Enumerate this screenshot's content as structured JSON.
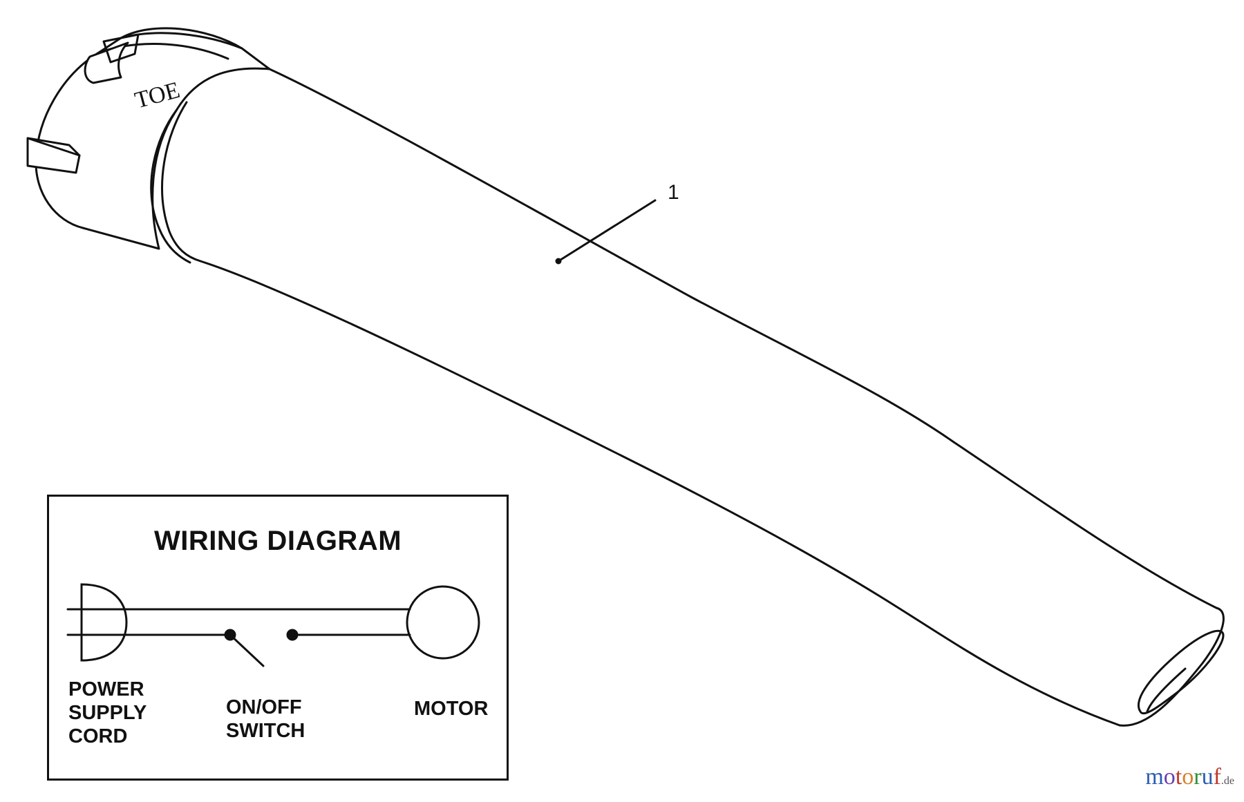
{
  "callout": {
    "part_number": "1"
  },
  "wiring_diagram": {
    "title": "WIRING DIAGRAM",
    "labels": {
      "power_supply_cord": [
        "POWER",
        "SUPPLY",
        "CORD"
      ],
      "on_off_switch": [
        "ON/OFF",
        "SWITCH"
      ],
      "motor": "MOTOR"
    }
  },
  "watermark": {
    "letters": [
      {
        "ch": "m",
        "color": "#2a5db0"
      },
      {
        "ch": "o",
        "color": "#6a3fb0"
      },
      {
        "ch": "t",
        "color": "#c0392b"
      },
      {
        "ch": "o",
        "color": "#d4802a"
      },
      {
        "ch": "r",
        "color": "#2f8f3a"
      },
      {
        "ch": "u",
        "color": "#2a5db0"
      },
      {
        "ch": "f",
        "color": "#c0392b"
      }
    ],
    "suffix": ".de",
    "suffix_color": "#555555"
  },
  "colors": {
    "line": "#111111",
    "background": "#ffffff"
  }
}
